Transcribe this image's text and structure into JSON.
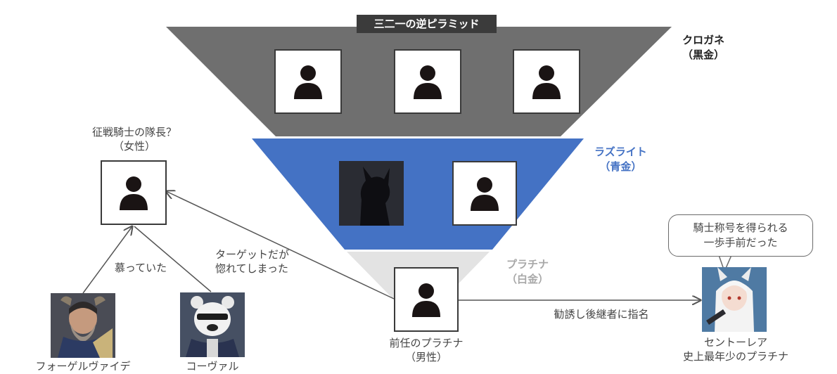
{
  "title": "三二一の逆ピラミッド",
  "tiers": {
    "top": {
      "name": "クロガネ",
      "sub": "（黒金）",
      "color": "#6f6f6f",
      "label_color": "#222222"
    },
    "middle": {
      "name": "ラズライト",
      "sub": "（青金）",
      "color": "#4472c4",
      "label_color": "#4472c4"
    },
    "bottom": {
      "name": "プラチナ",
      "sub": "（白金）",
      "color": "#e3e3e3",
      "label_color": "#a8a8a8"
    }
  },
  "nodes": {
    "captain": {
      "line1": "征戦騎士の隊長？",
      "line2": "（女性）"
    },
    "predecessor": {
      "line1": "前任のプラチナ",
      "line2": "（男性）"
    },
    "fogel": {
      "name": "フォーゲルヴァイデ"
    },
    "korval": {
      "name": "コーヴァル"
    },
    "centorea": {
      "line1": "セントーレア",
      "line2": "史上最年少のプラチナ"
    }
  },
  "edges": {
    "admired": "慕っていた",
    "target": {
      "line1": "ターゲットだが",
      "line2": "惚れてしまった"
    },
    "nominated": "勧誘し後継者に指名"
  },
  "bubble": {
    "line1": "騎士称号を得られる",
    "line2": "一歩手前だった"
  },
  "icons": {
    "placeholder": "person-silhouette-icon"
  }
}
